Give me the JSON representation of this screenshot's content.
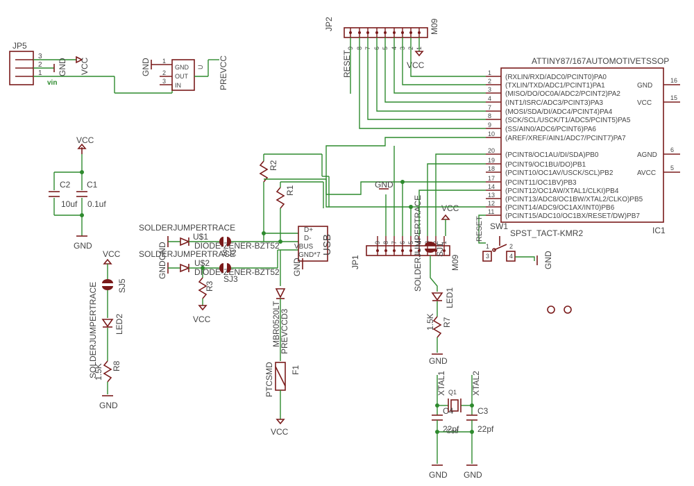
{
  "ic1": {
    "name": "IC1",
    "part": "ATTINY87/167AUTOMOTIVETSSOP",
    "left_pins": [
      {
        "num": "1",
        "label": "(RXLIN/RXD/ADC0/PCINT0)PA0"
      },
      {
        "num": "2",
        "label": "(TXLIN/TXD/ADC1/PCINT1)PA1"
      },
      {
        "num": "3",
        "label": "(MISO/DO/OC0A/ADC2/PCINT2)PA2"
      },
      {
        "num": "4",
        "label": "(INT1/ISRC/ADC3/PCINT3)PA3"
      },
      {
        "num": "7",
        "label": "(MOSI/SDA/DI/ADC4/PCINT4)PA4"
      },
      {
        "num": "8",
        "label": "(SCK/SCL/USCK/T1/ADC5/PCINT5)PA5"
      },
      {
        "num": "9",
        "label": "(SS/AIN0/ADC6/PCINT6)PA6"
      },
      {
        "num": "10",
        "label": "(AREF/XREF/AIN1/ADC7/PCINT7)PA7"
      },
      {
        "num": "20",
        "label": "(PCINT8/OC1AU/DI/SDA)PB0"
      },
      {
        "num": "19",
        "label": "(PCINT9/OC1BU/DO)PB1"
      },
      {
        "num": "18",
        "label": "(PCINT10/OC1AV/USCK/SCL)PB2"
      },
      {
        "num": "17",
        "label": "(PCINT11/OC1BV)PB3"
      },
      {
        "num": "14",
        "label": "(PCINT12/OC1AW/XTAL1/CLKI)PB4"
      },
      {
        "num": "13",
        "label": "(PCINT13/ADC8/OC1BW/XTAL2/CLKO)PB5"
      },
      {
        "num": "12",
        "label": "(PCINT14/ADC9/OC1AX/INT0)PB6"
      },
      {
        "num": "11",
        "label": "(PCINT15/ADC10/OC1BX/RESET/DW)PB7"
      }
    ],
    "right_pins": [
      {
        "num": "16",
        "label": "GND"
      },
      {
        "num": "15",
        "label": "VCC"
      },
      {
        "num": "6",
        "label": "AGND"
      },
      {
        "num": "5",
        "label": "AVCC"
      }
    ]
  },
  "jp5": {
    "name": "JP5",
    "pins": [
      "3",
      "2",
      "1"
    ],
    "vin": "vin"
  },
  "jp2": {
    "name": "JP2",
    "model": "M09",
    "pins": [
      "9",
      "8",
      "7",
      "6",
      "5",
      "4",
      "3",
      "2",
      "1"
    ],
    "reset": "RESET"
  },
  "jp1": {
    "name": "JP1",
    "model": "M09",
    "pins": [
      "9",
      "8",
      "7",
      "6",
      "5",
      "4",
      "3",
      "2",
      "1"
    ]
  },
  "regulator": {
    "name": "U",
    "pins": [
      "GND",
      "OUT",
      "IN"
    ],
    "pin_nums": [
      "1",
      "2",
      "3"
    ],
    "prevcc": "PREVCC"
  },
  "caps": {
    "c2": {
      "name": "C2",
      "value": "10uf"
    },
    "c1": {
      "name": "C1",
      "value": "0.1uf"
    },
    "c3": {
      "name": "C3",
      "value": "22pf"
    },
    "c4": {
      "name": "C4",
      "value": "22pf"
    }
  },
  "resistors": {
    "r1": {
      "name": "R1"
    },
    "r2": {
      "name": "R2"
    },
    "r7": {
      "name": "R7",
      "value": "1.5K"
    },
    "r8": {
      "name": "R8",
      "value": "1.5K"
    },
    "r3": {
      "name": "R3"
    }
  },
  "diodes": {
    "u1": {
      "name": "U$1",
      "model": "DIODE-ZENER-BZT52"
    },
    "u2": {
      "name": "U$2",
      "model": "DIODE-ZENER-BZT52"
    },
    "d3": {
      "name": "D3",
      "model": "MBR0520LT",
      "net": "PREVCC"
    }
  },
  "jumpers": {
    "sj1": {
      "name": "SJ1"
    },
    "sj2": {
      "name": "SJ2"
    },
    "sj3": {
      "name": "SJ3"
    },
    "sj5": {
      "name": "SJ5"
    },
    "trace_label": "SOLDERJUMPERTRACE"
  },
  "usb": {
    "label": "USB",
    "pins": [
      "D+",
      "D-",
      "VBUS",
      "GND*7"
    ]
  },
  "fuse": {
    "name": "F1",
    "model": "PTCSMD"
  },
  "leds": {
    "led1": "LED1",
    "led2": "LED2"
  },
  "switch": {
    "name": "SW1",
    "model": "SPST_TACT-KMR2",
    "reset": "RESET",
    "pins": [
      "1",
      "2",
      "3",
      "4"
    ]
  },
  "crystal": {
    "name": "Q1",
    "xtal1": "XTAL1",
    "xtal2": "XTAL2",
    "gnd": "Gnd"
  },
  "nets": {
    "vcc": "VCC",
    "gnd": "GND",
    "prevcc": "PREVCC"
  },
  "colors": {
    "wire": "#2d8a2d",
    "part": "#7a1a1a",
    "text": "#444444"
  }
}
